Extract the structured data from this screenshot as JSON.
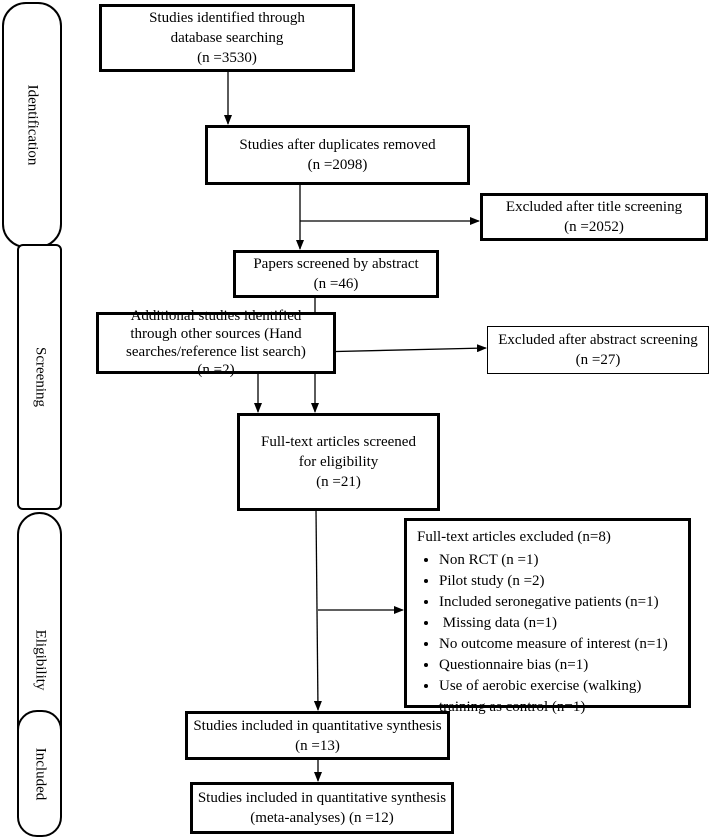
{
  "phases": {
    "identification": "Identification",
    "screening": "Screening",
    "eligibility": "Eligibility",
    "included": "Included"
  },
  "boxes": {
    "database_search": {
      "line1": "Studies identified through",
      "line2": "database searching",
      "line3": "(n =3530)"
    },
    "duplicates_removed": {
      "line1": "Studies after duplicates removed",
      "line2": "(n =2098)"
    },
    "excluded_title": {
      "line1": "Excluded after title screening",
      "line2": "(n =2052)"
    },
    "screened_abstract": {
      "line1": "Papers screened by abstract",
      "line2": "(n =46)"
    },
    "additional_studies": {
      "line1": "Additional studies identified",
      "line2": "through other sources (Hand",
      "line3": "searches/reference list search)",
      "line4": "(n =2)"
    },
    "excluded_abstract": {
      "line1": "Excluded after abstract screening",
      "line2": "(n =27)"
    },
    "full_text_screened": {
      "line1": "Full-text articles screened",
      "line2": "for eligibility",
      "line3": "(n =21)"
    },
    "full_text_excluded": {
      "title": "Full-text articles excluded (n=8)",
      "items": [
        "Non RCT (n =1)",
        "Pilot study (n =2)",
        "Included seronegative patients (n=1)",
        " Missing data (n=1)",
        "No outcome measure of interest (n=1)",
        "Questionnaire bias (n=1)",
        "Use of aerobic exercise (walking) training as control (n=1)"
      ]
    },
    "quantitative_synthesis": {
      "line1": "Studies included in quantitative synthesis",
      "line2": "(n =13)"
    },
    "meta_analyses": {
      "line1": "Studies included in quantitative synthesis",
      "line2": "(meta-analyses) (n =12)"
    }
  }
}
